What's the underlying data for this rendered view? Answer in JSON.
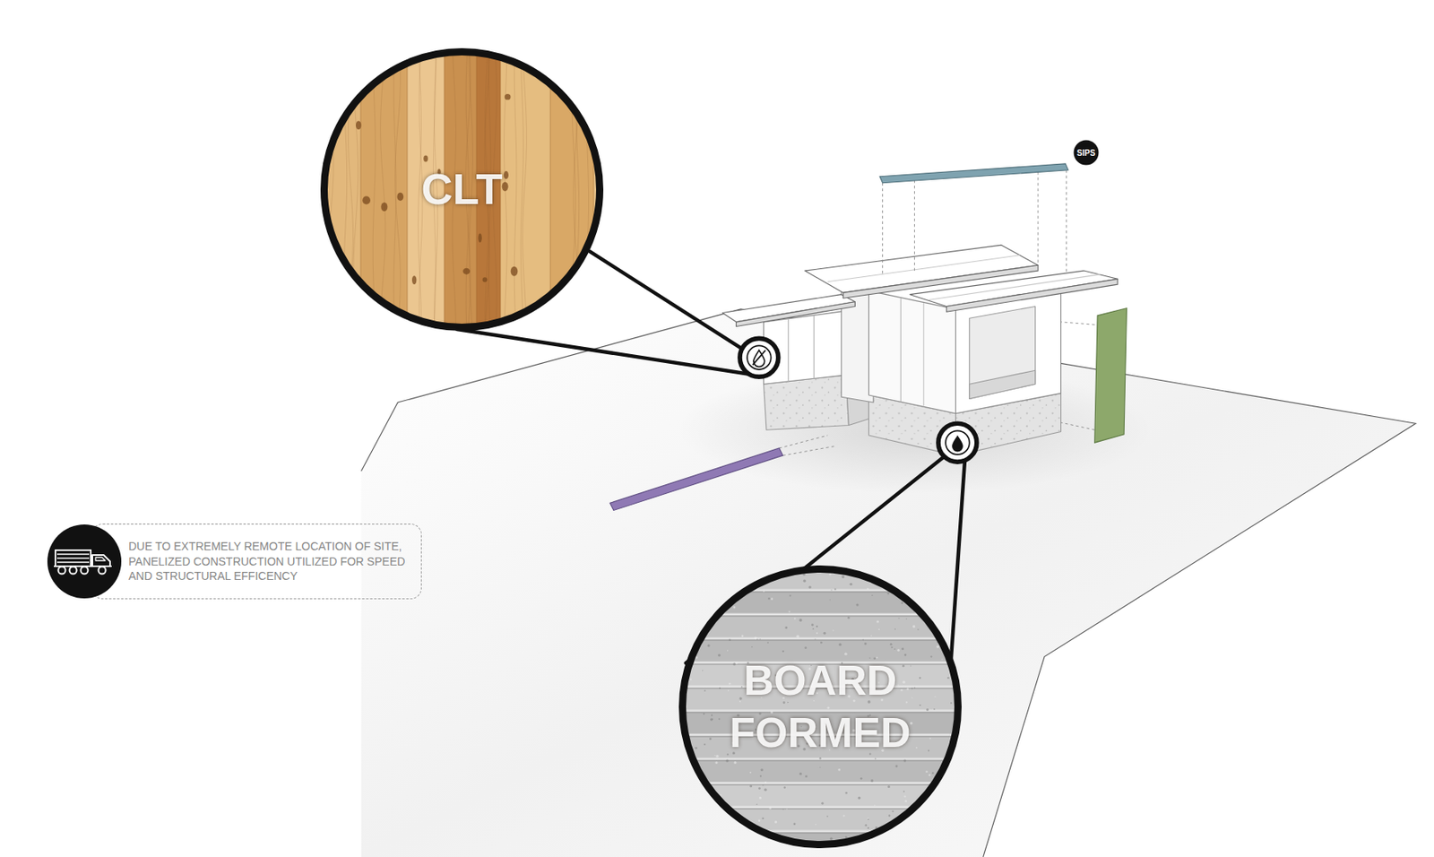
{
  "diagram": {
    "nodes": [
      {
        "text": [
          "CLT"
        ]
      },
      {
        "text": [
          "SIPS"
        ]
      },
      {
        "text": [
          "DUE TO EXTREMELY REMOTE LOCATION OF SITE, PANELIZED CONSTRUCTION UTILIZED FOR SPEED AND STRUCTURAL EFFICENCY"
        ]
      },
      {
        "text": [
          "BOARD FORMED"
        ]
      }
    ]
  }
}
